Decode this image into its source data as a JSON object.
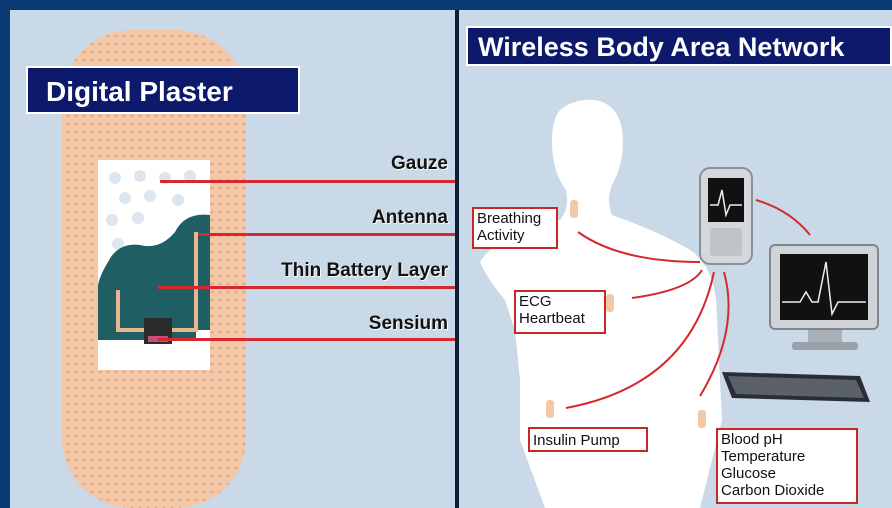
{
  "left_title": "Digital Plaster",
  "right_title": "Wireless Body Area Network",
  "plaster_callouts": [
    "Gauze",
    "Antenna",
    "Thin Battery Layer",
    "Sensium"
  ],
  "body_labels": {
    "breathing": [
      "Breathing",
      "Activity"
    ],
    "ecg": [
      "ECG",
      "Heartbeat"
    ],
    "insulin": [
      "Insulin Pump"
    ],
    "blood": [
      "Blood pH",
      "Temperature",
      "Glucose",
      "Carbon Dioxide"
    ]
  },
  "colors": {
    "frame": "#0a3a74",
    "panel_bg": "#c9d9e7",
    "title_bg": "#0d1a6b",
    "plaster": "#f3c8a6",
    "antenna_bg": "#1f5e63",
    "line_red": "#d6282f",
    "skin_white": "#ffffff"
  }
}
